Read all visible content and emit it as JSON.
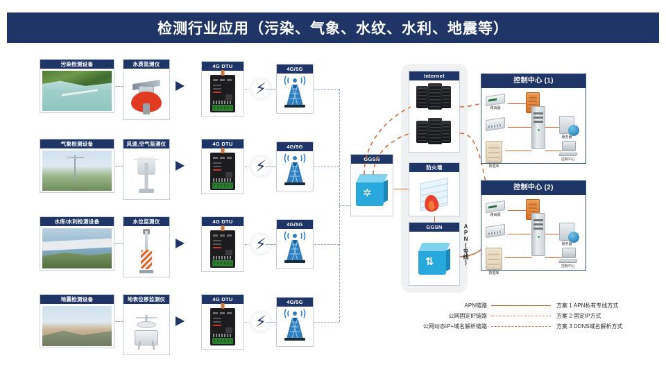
{
  "title": "检测行业应用（污染、气象、水纹、水利、地震等）",
  "rows": [
    {
      "site_label": "污染检测设备",
      "sensor_label": "水质监测仪",
      "dtu_label": "4G DTU",
      "net_label": "4G/5G"
    },
    {
      "site_label": "气象检测设备",
      "sensor_label": "风速,空气监测仪",
      "dtu_label": "4G DTU",
      "net_label": "4G/5G"
    },
    {
      "site_label": "水库/水利检测设备",
      "sensor_label": "水位监测仪",
      "dtu_label": "4G DTU",
      "net_label": "4G/5G"
    },
    {
      "site_label": "地震检测设备",
      "sensor_label": "地表位移监测仪",
      "dtu_label": "4G DTU",
      "net_label": "4G/5G"
    }
  ],
  "core": {
    "ggsn_left_label": "GGSN",
    "internet_label": "Internet",
    "firewall_label": "防火墙",
    "ggsn_right_label": "GGSN",
    "apn_label": "APN(专线)"
  },
  "control_centers": [
    {
      "title": "控制中心 (1)",
      "nodes": {
        "router": "路由器",
        "database": "数据库",
        "server": "服务器",
        "console": "控制中心"
      }
    },
    {
      "title": "控制中心 (2)",
      "nodes": {
        "router": "路由器",
        "database": "数据库",
        "server": "服务器",
        "console": "控制中心"
      }
    }
  ],
  "legend": [
    {
      "name": "APN链路",
      "style": "solid",
      "desc": "方案 1 APN私有专线方式"
    },
    {
      "name": "公网固定IP链路",
      "style": "dotted",
      "desc": "方案 2 固定IP方式"
    },
    {
      "name": "公网动态IP+域名解析链路",
      "style": "dashed",
      "desc": "方案 3 DDNS域名解析方式"
    }
  ],
  "colors": {
    "navy": "#1f3566",
    "orange": "#d1662f",
    "dash_blue": "#8fa0c0",
    "panel_grey": "#f0f1f3"
  }
}
